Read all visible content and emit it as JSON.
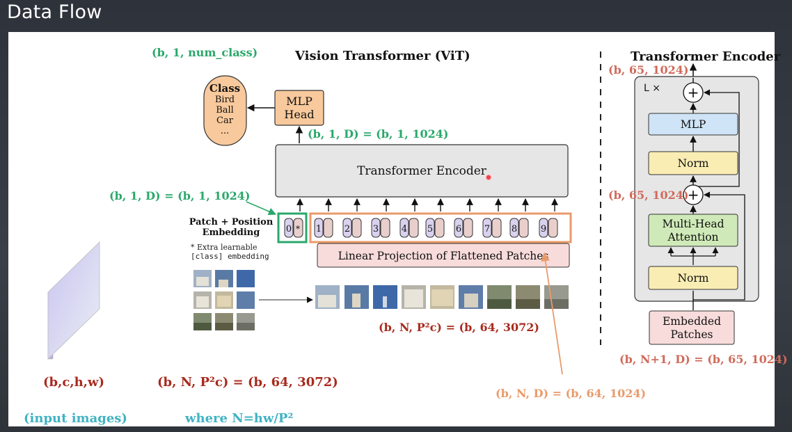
{
  "slide_title": "Data Flow",
  "vit": {
    "title": "Vision Transformer (ViT)",
    "class_box": {
      "title": "Class",
      "items": [
        "Bird",
        "Ball",
        "Car",
        "..."
      ]
    },
    "mlp_head": [
      "MLP",
      "Head"
    ],
    "transformer_encoder": "Transformer Encoder",
    "patch_embedding_label": [
      "Patch + Position",
      "Embedding"
    ],
    "extra_note": [
      "* Extra learnable",
      "[class] embedding"
    ],
    "class_token_text": "0",
    "class_token_star": "*",
    "patch_tokens": [
      "1",
      "2",
      "3",
      "4",
      "5",
      "6",
      "7",
      "8",
      "9"
    ],
    "linear_projection": "Linear Projection of Flattened Patches"
  },
  "encoder": {
    "title": "Transformer Encoder",
    "repeat": "L ×",
    "mlp": "MLP",
    "norm_top": "Norm",
    "attention": [
      "Multi-Head",
      "Attention"
    ],
    "norm_bottom": "Norm",
    "embedded_patches": [
      "Embedded",
      "Patches"
    ],
    "plus": "+"
  },
  "shapes": {
    "num_class": "(b, 1, num_class)",
    "head_in": "(b, 1, D) = (b, 1, 1024)",
    "class_token": "(b, 1, D) = (b, 1, 1024)",
    "patches_mid": "(b, N, P²c) = (b, 64, 3072)",
    "input": "(b,c,h,w)",
    "patches_bottom": "(b, N, P²c) = (b, 64, 3072)",
    "projected": "(b, N, D) = (b, 64, 1024)",
    "enc_out": "(b, 65, 1024)",
    "enc_mid": "(b, 65, 1024)",
    "enc_in": "(b, N+1, D) = (b, 65, 1024)"
  },
  "captions": {
    "input_images": "(input images)",
    "where": "where N=hw/P²"
  },
  "colors": {
    "green": "#2aa86b",
    "red": "#a82a1e",
    "salmon": "#d06a5a",
    "orange": "#ea9a6a",
    "teal": "#3fb3c3"
  }
}
